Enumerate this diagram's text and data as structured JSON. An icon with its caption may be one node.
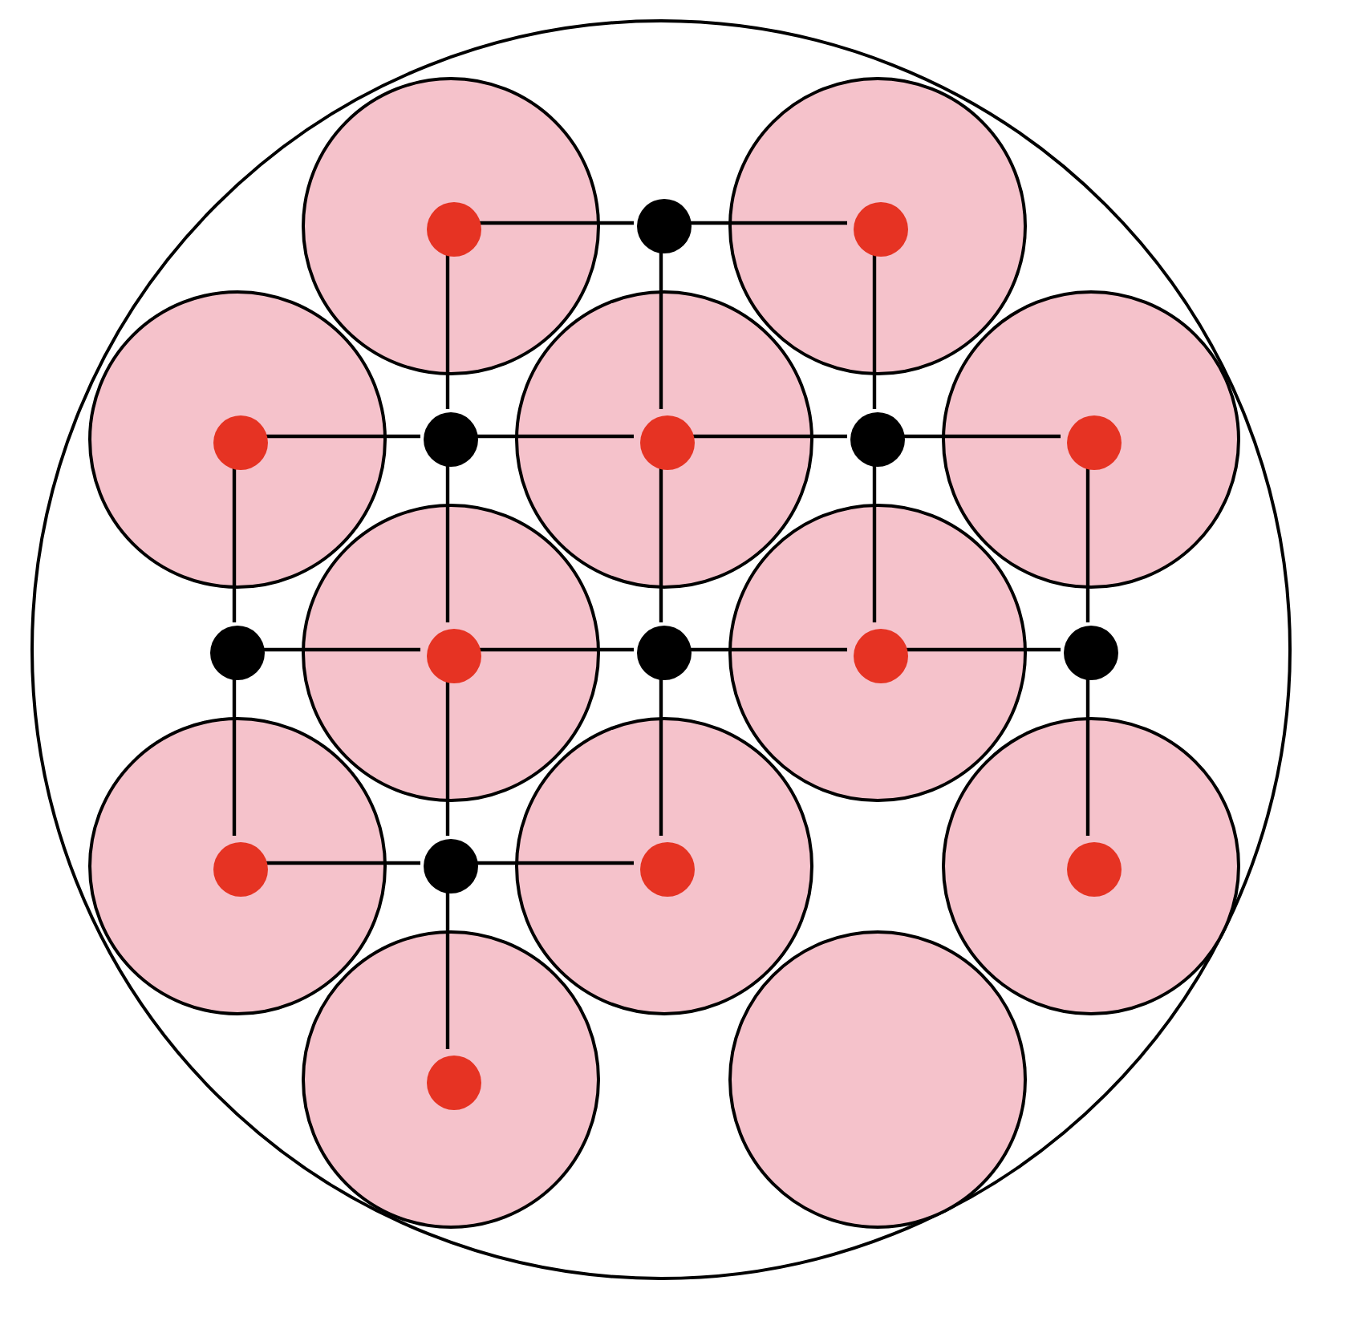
{
  "diagram": {
    "nodes": [
      {
        "text": [],
        "shape": "circle"
      },
      {
        "text": [],
        "shape": "circle",
        "in": 0
      },
      {
        "text": [],
        "shape": "circle",
        "in": 0
      },
      {
        "text": [],
        "shape": "circle",
        "in": 0
      },
      {
        "text": [],
        "shape": "circle",
        "in": 0
      },
      {
        "text": [],
        "shape": "circle",
        "in": 0
      },
      {
        "text": [],
        "shape": "circle",
        "in": 0
      },
      {
        "text": [],
        "shape": "circle",
        "in": 0
      },
      {
        "text": [],
        "shape": "circle",
        "in": 0
      },
      {
        "text": [],
        "shape": "circle",
        "in": 0
      },
      {
        "text": [],
        "shape": "circle",
        "in": 0
      },
      {
        "text": [],
        "shape": "circle",
        "in": 0
      },
      {
        "text": [],
        "shape": "circle",
        "in": 0
      },
      {
        "text": [],
        "shape": "circle",
        "in": 1
      },
      {
        "text": [],
        "shape": "circle",
        "in": 2
      },
      {
        "text": [],
        "shape": "circle",
        "in": 3
      },
      {
        "text": [],
        "shape": "circle",
        "in": 4
      },
      {
        "text": [],
        "shape": "circle",
        "in": 5
      },
      {
        "text": [],
        "shape": "circle",
        "in": 6
      },
      {
        "text": [],
        "shape": "circle",
        "in": 7
      },
      {
        "text": [],
        "shape": "circle",
        "in": 8
      },
      {
        "text": [],
        "shape": "circle",
        "in": 9
      },
      {
        "text": [],
        "shape": "circle",
        "in": 10
      },
      {
        "text": [],
        "shape": "circle",
        "in": 11
      },
      {
        "text": [],
        "shape": "circle",
        "in": 0
      },
      {
        "text": [],
        "shape": "circle",
        "in": 0
      },
      {
        "text": [],
        "shape": "circle",
        "in": 0
      },
      {
        "text": [],
        "shape": "circle",
        "in": 0
      },
      {
        "text": [],
        "shape": "circle",
        "in": 0
      },
      {
        "text": [],
        "shape": "circle",
        "in": 0
      },
      {
        "text": [],
        "shape": "circle",
        "in": 0
      }
    ],
    "edges": [
      {
        "from": 13,
        "to": 24,
        "arrow": "none"
      },
      {
        "from": 24,
        "to": 14,
        "arrow": "none"
      },
      {
        "from": 15,
        "to": 25,
        "arrow": "none"
      },
      {
        "from": 25,
        "to": 16,
        "arrow": "none"
      },
      {
        "from": 16,
        "to": 26,
        "arrow": "none"
      },
      {
        "from": 26,
        "to": 17,
        "arrow": "none"
      },
      {
        "from": 27,
        "to": 18,
        "arrow": "none"
      },
      {
        "from": 18,
        "to": 28,
        "arrow": "none"
      },
      {
        "from": 28,
        "to": 19,
        "arrow": "none"
      },
      {
        "from": 19,
        "to": 29,
        "arrow": "none"
      },
      {
        "from": 20,
        "to": 30,
        "arrow": "none"
      },
      {
        "from": 30,
        "to": 21,
        "arrow": "none"
      },
      {
        "from": 15,
        "to": 27,
        "arrow": "none"
      },
      {
        "from": 27,
        "to": 20,
        "arrow": "none"
      },
      {
        "from": 13,
        "to": 25,
        "arrow": "none"
      },
      {
        "from": 25,
        "to": 18,
        "arrow": "none"
      },
      {
        "from": 18,
        "to": 30,
        "arrow": "none"
      },
      {
        "from": 30,
        "to": 23,
        "arrow": "none"
      },
      {
        "from": 24,
        "to": 16,
        "arrow": "none"
      },
      {
        "from": 16,
        "to": 28,
        "arrow": "none"
      },
      {
        "from": 28,
        "to": 21,
        "arrow": "none"
      },
      {
        "from": 14,
        "to": 26,
        "arrow": "none"
      },
      {
        "from": 26,
        "to": 19,
        "arrow": "none"
      },
      {
        "from": 17,
        "to": 29,
        "arrow": "none"
      },
      {
        "from": 29,
        "to": 22,
        "arrow": "none"
      }
    ]
  }
}
